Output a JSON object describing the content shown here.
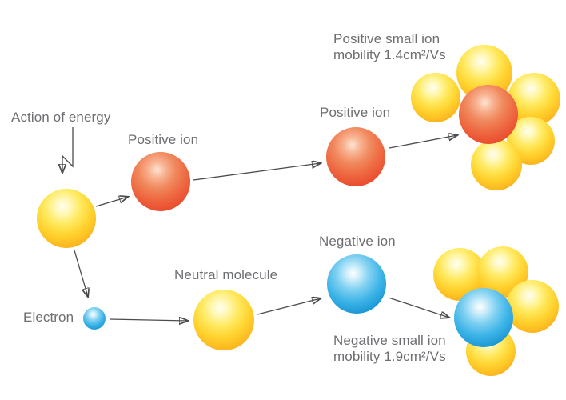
{
  "diagram": {
    "type": "ion-formation-process-diagram",
    "background": "#ffffff"
  },
  "labels": {
    "action_of_energy": "Action of energy",
    "positive_ion_first": "Positive ion",
    "positive_ion_second": "Positive ion",
    "electron": "Electron",
    "neutral_molecule": "Neutral molecule",
    "negative_ion": "Negative ion",
    "positive_mobility_line1": "Positive small ion",
    "positive_mobility_line2": "mobility 1.4cm²/Vs",
    "negative_mobility_line1": "Negative small ion",
    "negative_mobility_line2": "mobility 1.9cm²/Vs"
  },
  "values": {
    "positive_small_ion_mobility": "1.4 cm²/Vs",
    "negative_small_ion_mobility": "1.9 cm²/Vs"
  },
  "colors": {
    "text": "#6d6e71",
    "arrow": "#4a4b4d",
    "yellow_sphere_mid": "#ffd22e",
    "yellow_sphere_edge": "#f29413",
    "red_sphere_mid": "#ee6a42",
    "red_sphere_edge": "#e42f24",
    "blue_sphere_mid": "#3cb4e7",
    "blue_sphere_edge": "#0d79bd",
    "background": "#ffffff"
  }
}
